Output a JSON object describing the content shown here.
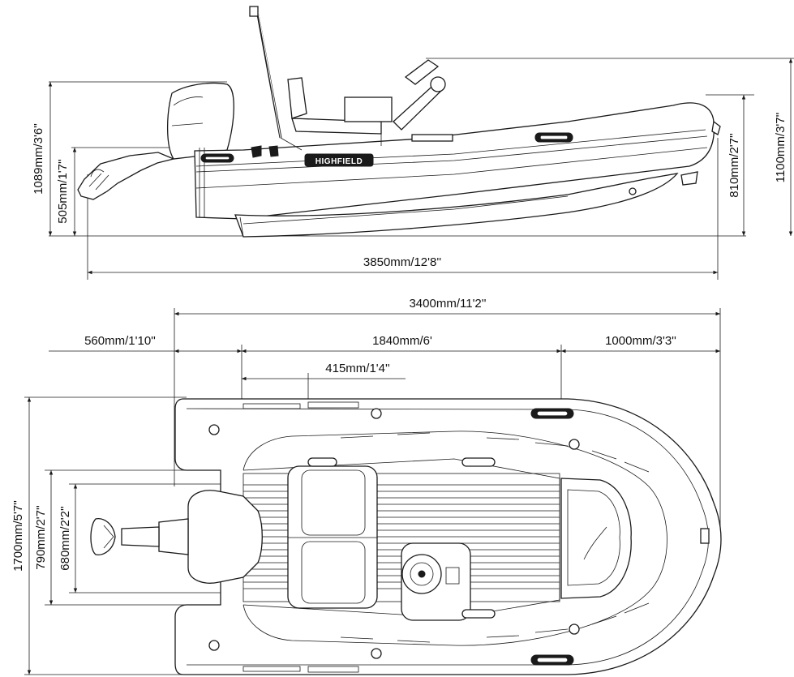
{
  "side_view": {
    "brand": "HIGHFIELD",
    "dims": {
      "overall_height": "1100mm/3'7''",
      "tube_height": "810mm/2'7''",
      "engine_height": "1089mm/3'6''",
      "transom_height": "505mm/1'7''",
      "overall_length": "3850mm/12'8''"
    }
  },
  "top_view": {
    "dims": {
      "hull_length": "3400mm/11'2''",
      "stern_section": "560mm/1'10''",
      "mid_section": "1840mm/6'",
      "bow_section": "1000mm/3'3''",
      "seat_offset": "415mm/1'4''",
      "overall_beam": "1700mm/5'7''",
      "inner_beam": "790mm/2'7''",
      "floor_beam": "680mm/2'2''"
    }
  },
  "colors": {
    "line": "#1a1a1a",
    "background": "#ffffff"
  }
}
